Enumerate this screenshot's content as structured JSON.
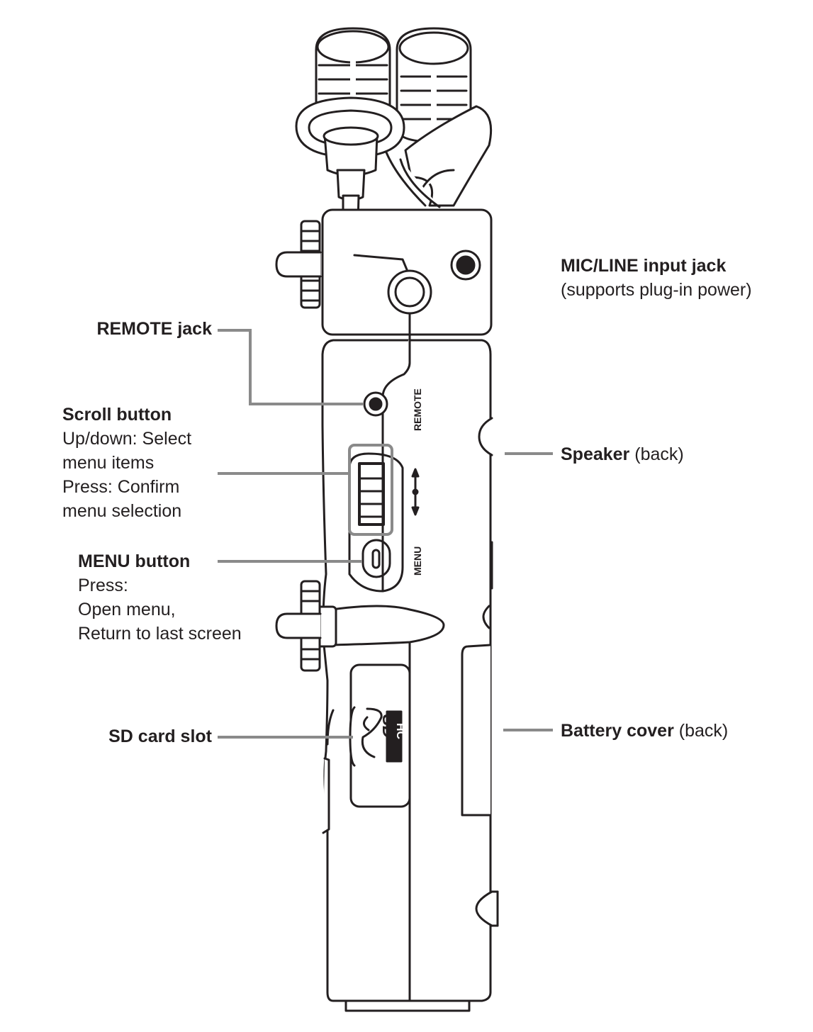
{
  "colors": {
    "ink": "#231f20",
    "leader": "#8a8a8a",
    "body": "#ffffff"
  },
  "device_labels": {
    "remote": "REMOTE",
    "menu": "MENU",
    "sd_logo": "SD",
    "sd_hc": "HC"
  },
  "callouts": {
    "mic_line": {
      "title": "MIC/LINE input jack",
      "desc": "(supports plug-in power)"
    },
    "remote": {
      "title": "REMOTE jack"
    },
    "scroll": {
      "title": "Scroll button",
      "lines": [
        "Up/down: Select",
        "menu items",
        "Press: Confirm",
        "menu selection"
      ]
    },
    "menu": {
      "title": "MENU button",
      "lines": [
        "Press:",
        "Open menu,",
        "Return to last screen"
      ]
    },
    "sd": {
      "title": "SD card slot"
    },
    "speaker": {
      "title": "Speaker",
      "suffix": "(back)"
    },
    "battery": {
      "title": "Battery cover",
      "suffix": "(back)"
    }
  }
}
